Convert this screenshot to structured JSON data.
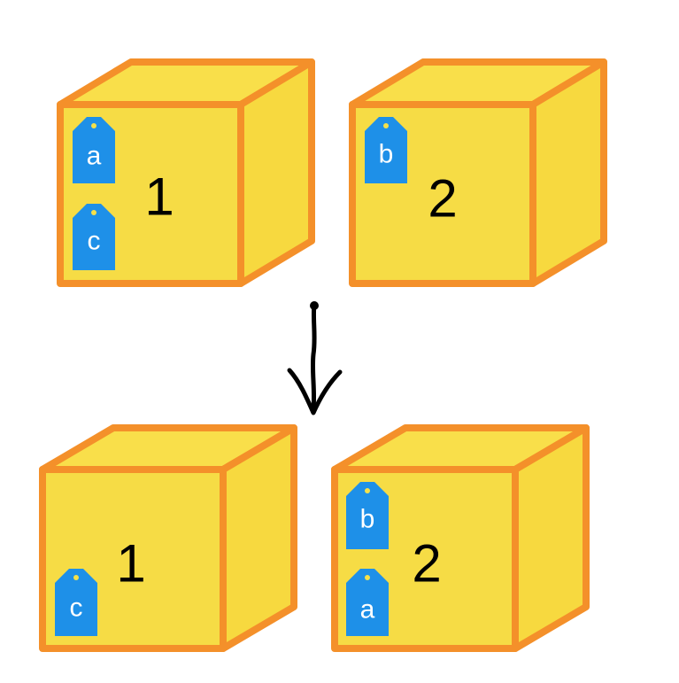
{
  "colors": {
    "box_fill": "#f9df4a",
    "box_front": "#f6dc45",
    "box_side": "#f7d93f",
    "box_edge": "#f4902a",
    "tag_fill": "#1e90e8",
    "tag_hole": "#f5e14a",
    "arrow": "#000000"
  },
  "before": {
    "box1": {
      "number": "1",
      "tags": [
        "a",
        "c"
      ]
    },
    "box2": {
      "number": "2",
      "tags": [
        "b"
      ]
    }
  },
  "after": {
    "box1": {
      "number": "1",
      "tags": [
        "c"
      ]
    },
    "box2": {
      "number": "2",
      "tags": [
        "b",
        "a"
      ]
    }
  },
  "arrow_icon": "down-arrow-icon"
}
